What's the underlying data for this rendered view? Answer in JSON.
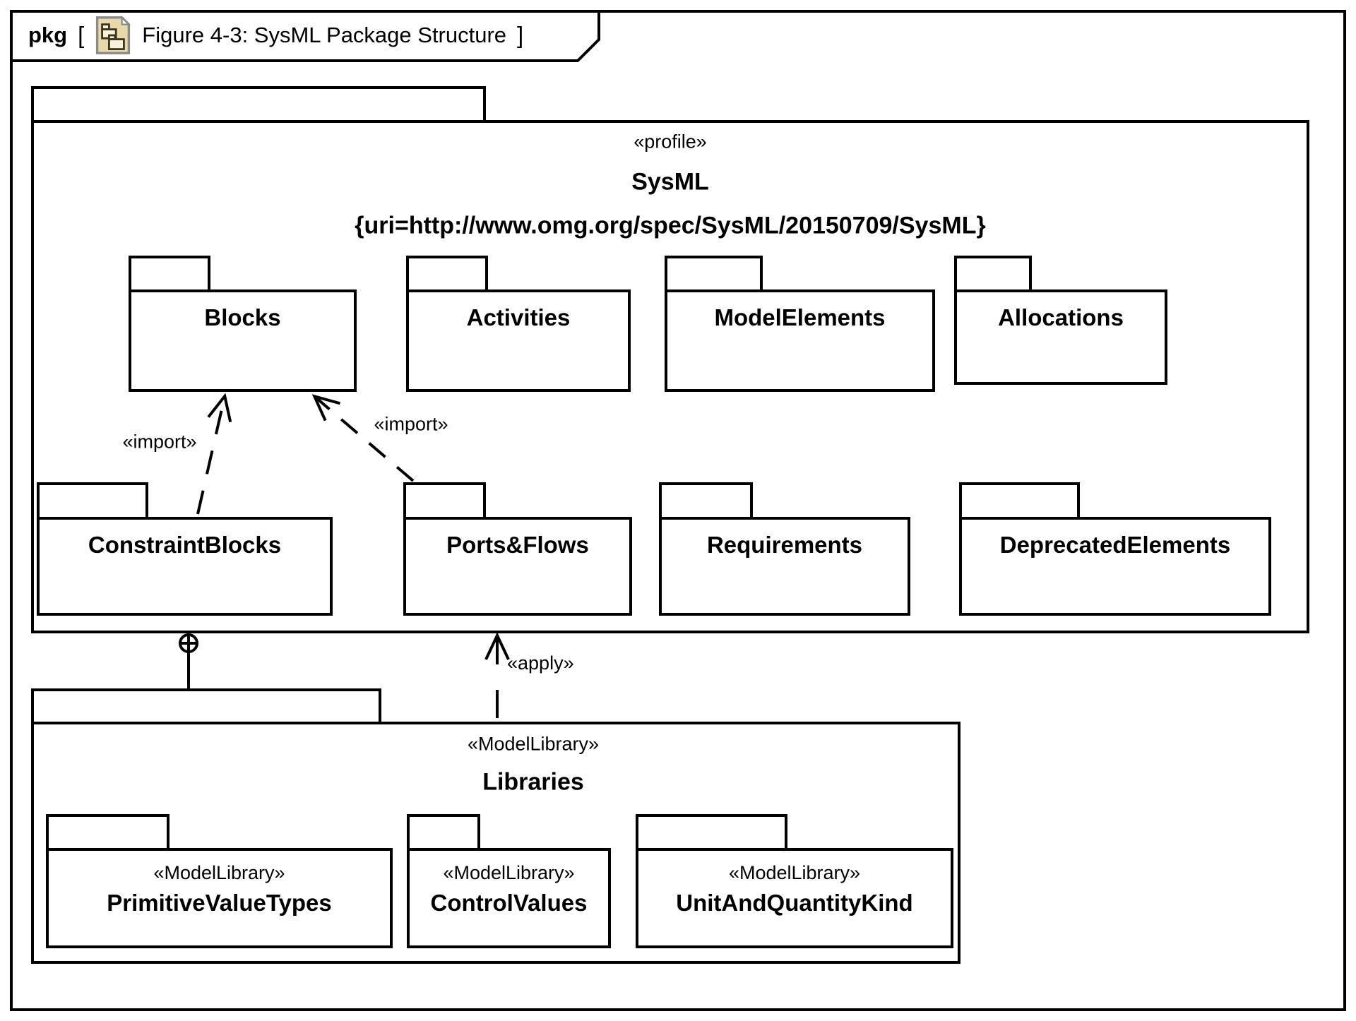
{
  "frame": {
    "keyword": "pkg",
    "open_bracket": "[",
    "close_bracket": "]",
    "title": "Figure 4-3: SysML Package Structure",
    "icon": "package-diagram-icon"
  },
  "sysml": {
    "stereotype": "«profile»",
    "name": "SysML",
    "uri": "{uri=http://www.omg.org/spec/SysML/20150709/SysML}",
    "packages_row1": [
      "Blocks",
      "Activities",
      "ModelElements",
      "Allocations"
    ],
    "packages_row2": [
      "ConstraintBlocks",
      "Ports&Flows",
      "Requirements",
      "DeprecatedElements"
    ]
  },
  "relationships": {
    "import_constraintblocks_to_blocks": "«import»",
    "import_portsflows_to_blocks": "«import»",
    "apply_libraries_to_portsflows": "«apply»",
    "containment_anchor": "circle-plus"
  },
  "libraries": {
    "stereotype": "«ModelLibrary»",
    "name": "Libraries",
    "children": [
      {
        "stereotype": "«ModelLibrary»",
        "name": "PrimitiveValueTypes"
      },
      {
        "stereotype": "«ModelLibrary»",
        "name": "ControlValues"
      },
      {
        "stereotype": "«ModelLibrary»",
        "name": "UnitAndQuantityKind"
      }
    ]
  },
  "colors": {
    "line": "#000000",
    "background": "#ffffff",
    "icon_fill": "#e7d9a9",
    "icon_inner_fill": "#f8f2d8",
    "icon_border": "#8a8a8a",
    "icon_glyph": "#3a3420"
  }
}
